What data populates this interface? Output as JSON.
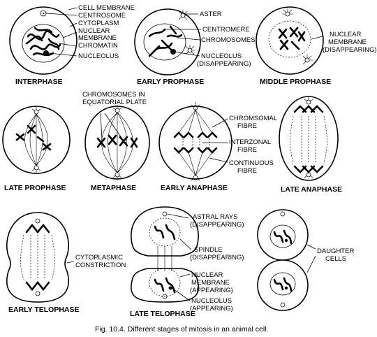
{
  "stages": {
    "interphase": "INTERPHASE",
    "early_prophase": "EARLY PROPHASE",
    "middle_prophase": "MIDDLE PROPHASE",
    "late_prophase": "LATE PROPHASE",
    "metaphase": "METAPHASE",
    "early_anaphase": "EARLY ANAPHASE",
    "late_anaphase": "LATE ANAPHASE",
    "early_telophase": "EARLY TELOPHASE",
    "late_telophase": "LATE TELOPHASE"
  },
  "labels": {
    "cell_membrane": "CELL MEMBRANE",
    "centrosome": "CENTROSOME",
    "cytoplasm": "CYTOPLASM",
    "nuclear_membrane_1": "NUCLEAR",
    "nuclear_membrane_2": "MEMBRANE",
    "chromatin": "CHROMATIN",
    "nucleolus": "NUCLEOLUS",
    "aster": "ASTER",
    "centromere": "CENTROMERE",
    "chromosomes": "CHROMOSOMES",
    "nucleolus_dis_1": "NUCLEOLUS",
    "nucleolus_dis_2": "(DISAPPEARING)",
    "nm_dis_1": "NUCLEAR",
    "nm_dis_2": "MEMBRANE",
    "nm_dis_3": "(DISAPPEARING)",
    "chrom_eq_1": "CHROMOSOMES IN",
    "chrom_eq_2": "EQUATORIAL PLATE",
    "chromosomal_fibre_1": "CHROMSOMAL",
    "chromosomal_fibre_2": "FIBRE",
    "interzonal_fibre_1": "INTERZONAL",
    "interzonal_fibre_2": "FIBRE",
    "continuous_fibre_1": "CONTINUOUS",
    "continuous_fibre_2": "FIBRE",
    "astral_rays_1": "ASTRAL RAYS",
    "astral_rays_2": "(DISAPPEARING)",
    "spindle_1": "SPINDLE",
    "spindle_2": "(DISAPPEARING)",
    "cyto_constriction_1": "CYTOPLASMIC",
    "cyto_constriction_2": "CONSTRICTION",
    "nm_app_1": "NUCLEAR",
    "nm_app_2": "MEMBRANE",
    "nm_app_3": "(APPEARING)",
    "nucleolus_app_1": "NUCLEOLUS",
    "nucleolus_app_2": "(APPEARING)",
    "daughter_1": "DAUGHTER",
    "daughter_2": "CELLS"
  },
  "caption": "Fig. 10.4. Different stages of mitosis in an animal cell."
}
